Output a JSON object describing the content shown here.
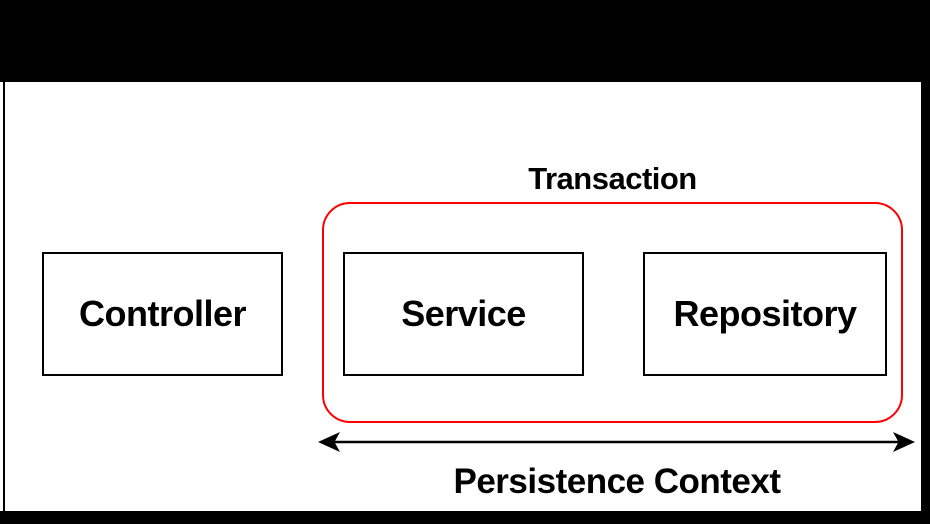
{
  "diagram": {
    "transaction": {
      "label": "Transaction"
    },
    "persistence_context": {
      "label": "Persistence Context"
    },
    "boxes": {
      "controller": {
        "label": "Controller"
      },
      "service": {
        "label": "Service"
      },
      "repository": {
        "label": "Repository"
      }
    },
    "colors": {
      "transaction_border": "#ff0000",
      "box_border": "#000000",
      "canvas_bg": "#ffffff",
      "letterbox_bg": "#000000",
      "text": "#000000"
    }
  }
}
